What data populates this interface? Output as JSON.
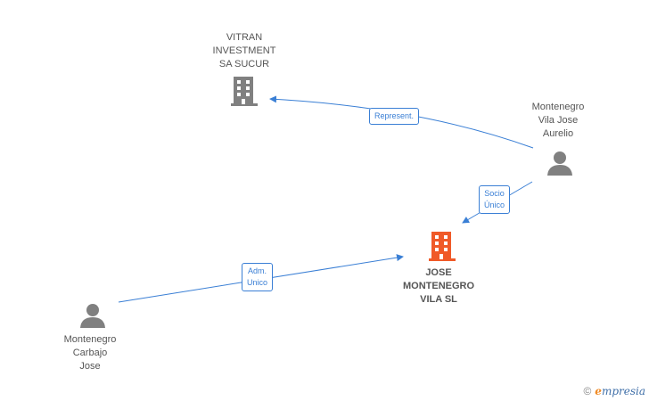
{
  "colors": {
    "edge": "#3a7fd5",
    "company": "#808080",
    "main_company": "#f05a28",
    "person": "#808080"
  },
  "nodes": {
    "vitran": {
      "lines": [
        "VITRAN",
        "INVESTMENT",
        "SA SUCUR"
      ],
      "icon": "building-icon"
    },
    "main": {
      "lines": [
        "JOSE",
        "MONTENEGRO",
        "VILA SL"
      ],
      "icon": "building-icon"
    },
    "aurelio": {
      "lines": [
        "Montenegro",
        "Vila Jose",
        "Aurelio"
      ],
      "icon": "person-icon"
    },
    "carbajo": {
      "lines": [
        "Montenegro",
        "Carbajo",
        "Jose"
      ],
      "icon": "person-icon"
    }
  },
  "edges": {
    "represent": {
      "lines": [
        "Represent."
      ]
    },
    "socio": {
      "lines": [
        "Socio",
        "Único"
      ]
    },
    "adm": {
      "lines": [
        "Adm.",
        "Unico"
      ]
    }
  },
  "footer": {
    "copyright": "©",
    "brand_first": "e",
    "brand_rest": "mpresia"
  }
}
